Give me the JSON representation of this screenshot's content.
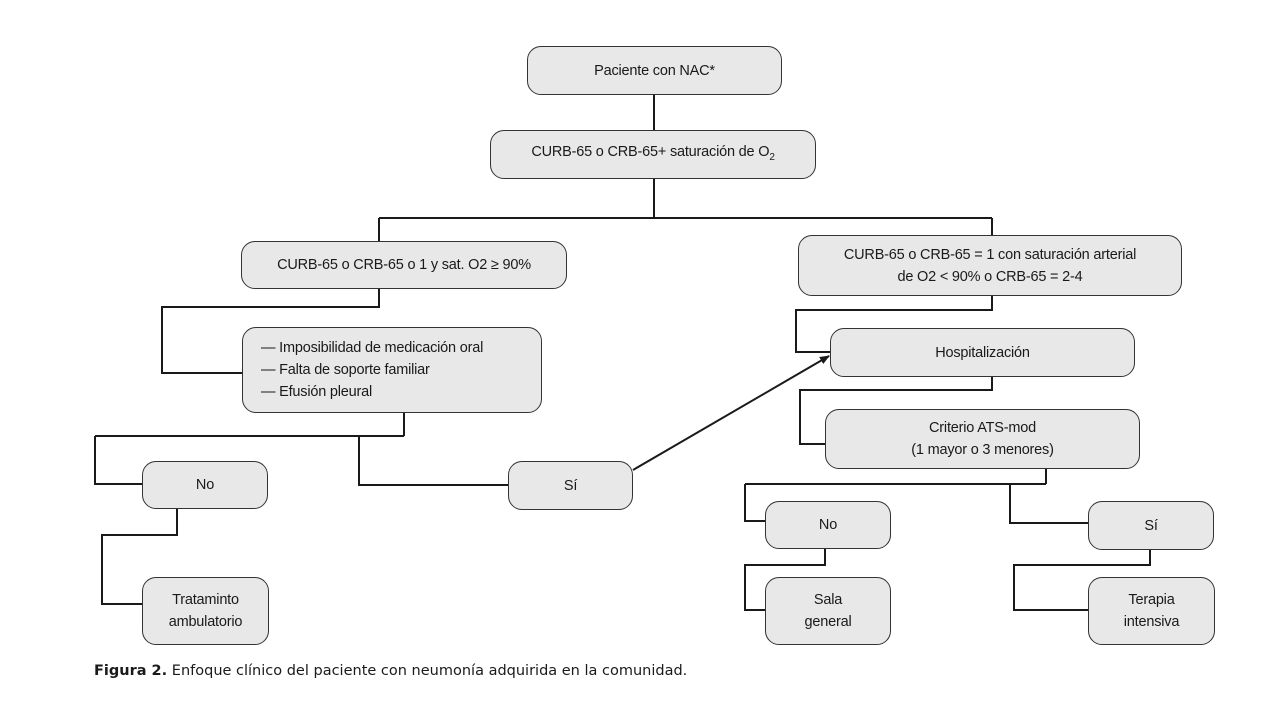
{
  "nodes": {
    "root": "Paciente con NAC*",
    "scores_main": "CURB-65 o CRB-65+ saturación de O",
    "scores_sub": "2",
    "low_risk": "CURB-65 o CRB-65 o 1 y sat. O2 ≥ 90%",
    "high_risk_line1": "CURB-65 o CRB-65  = 1 con saturación arterial",
    "high_risk_line2": "de O2 < 90% o CRB-65 = 2-4",
    "factors": [
      "— Imposibilidad de medicación oral",
      "— Falta de soporte familiar",
      "— Efusión pleural"
    ],
    "no_left": "No",
    "si_left": "Sí",
    "outpatient_line1": "Trataminto",
    "outpatient_line2": "ambulatorio",
    "hospital": "Hospitalización",
    "ats_line1": "Criterio ATS-mod",
    "ats_line2": "(1 mayor o 3 menores)",
    "no_right": "No",
    "si_right": "Sí",
    "ward_line1": "Sala",
    "ward_line2": "general",
    "icu_line1": "Terapia",
    "icu_line2": "intensiva"
  },
  "caption": {
    "label": "Figura 2.",
    "text": " Enfoque clínico del paciente con neumonía adquirida en la comunidad."
  }
}
